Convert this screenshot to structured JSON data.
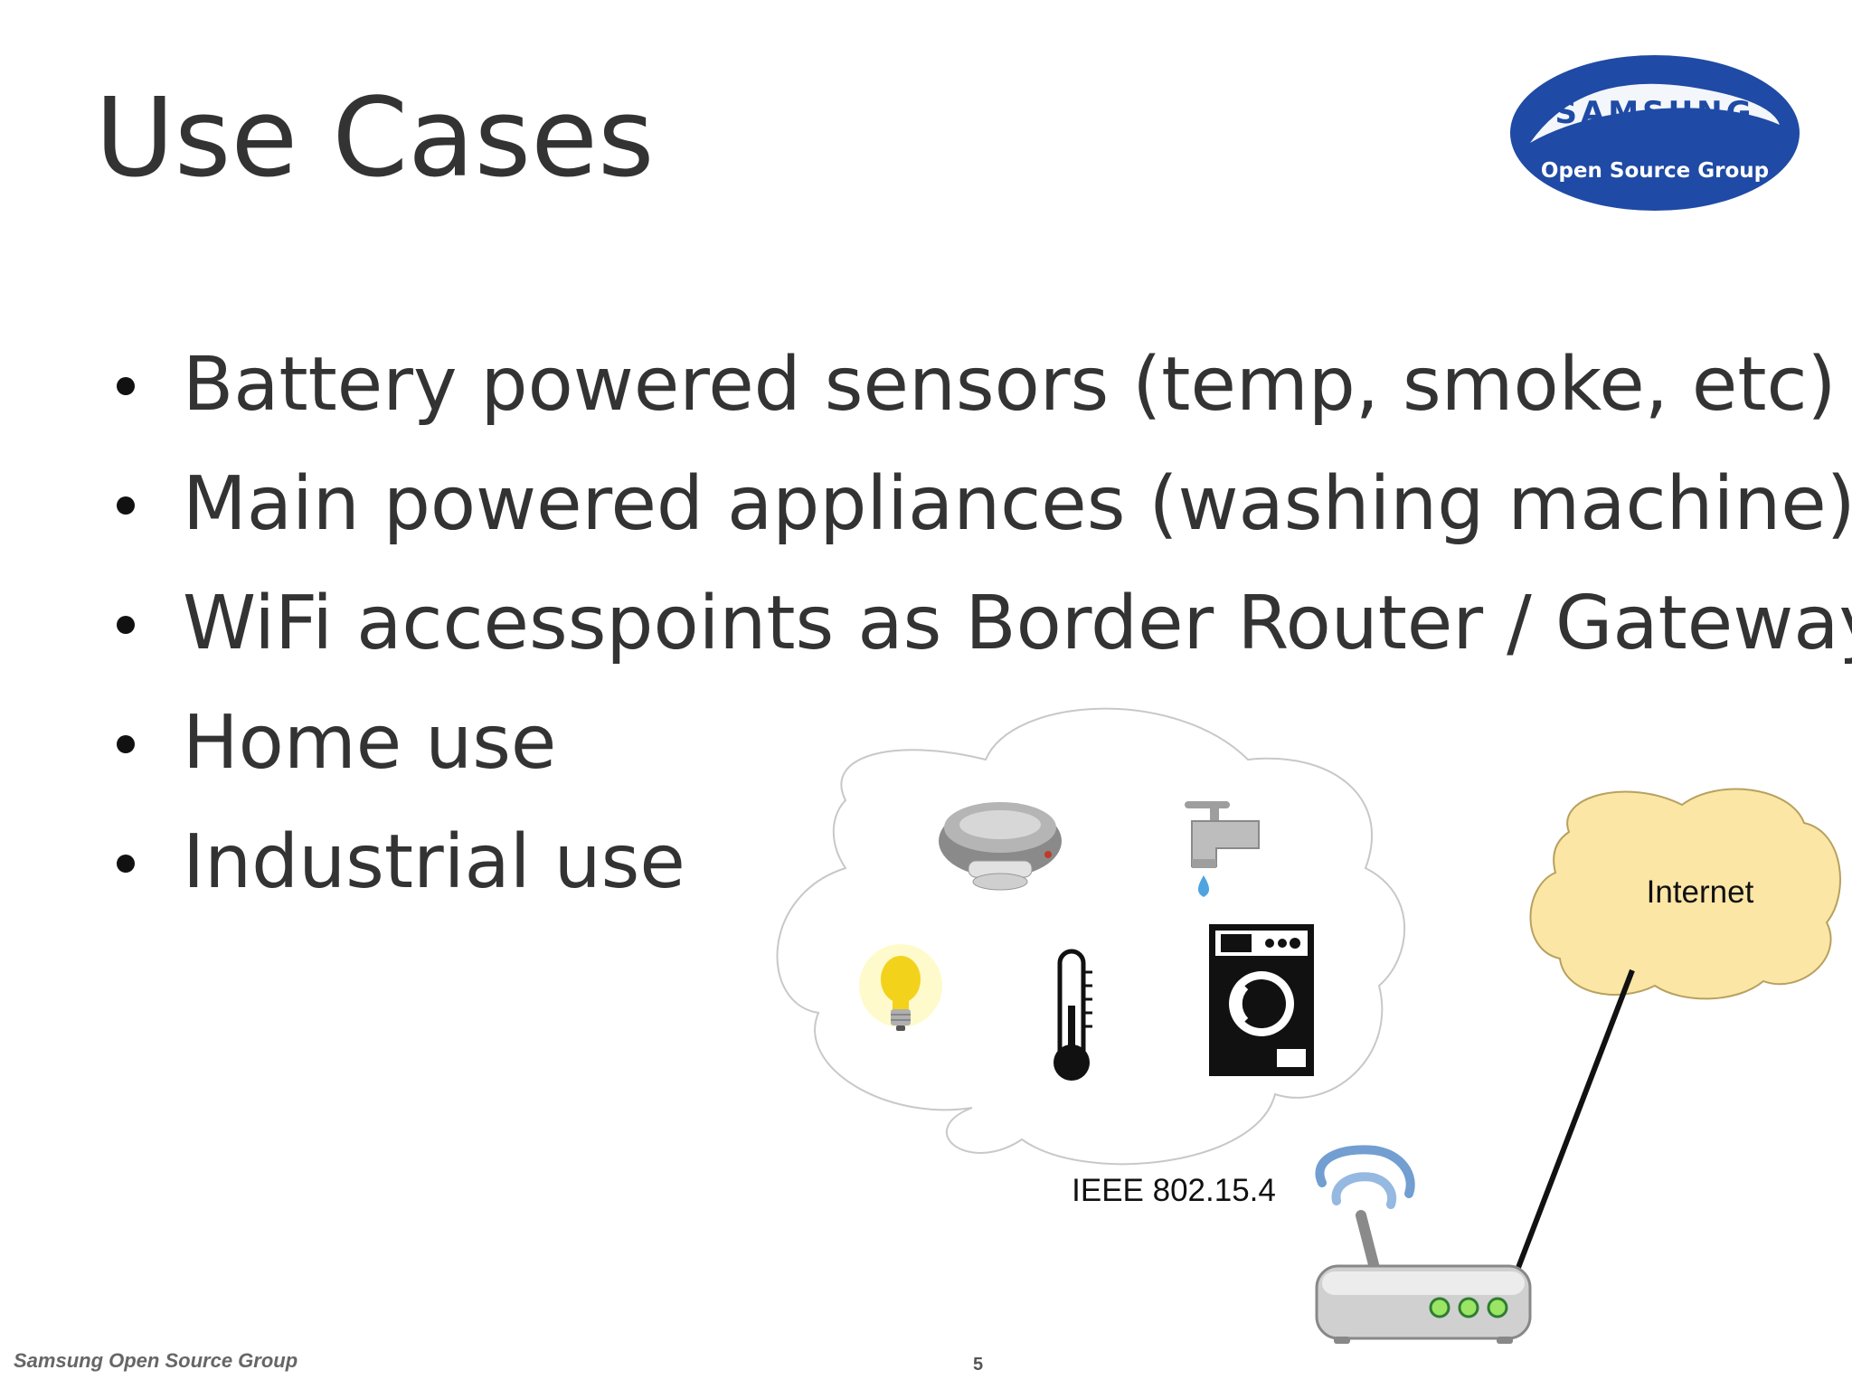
{
  "slide": {
    "title": "Use Cases",
    "bullets": [
      "Battery powered sensors (temp, smoke, etc)",
      "Main powered appliances (washing machine)",
      "WiFi accesspoints as Border Router / Gateways",
      "Home use",
      "Industrial use"
    ]
  },
  "logo": {
    "brand": "SAMSUNG",
    "subtitle": "Open Source Group",
    "color": "#1f4aa5"
  },
  "diagram": {
    "internet_label": "Internet",
    "network_label": "IEEE 802.15.4",
    "device_icons": [
      "smoke-detector-icon",
      "water-tap-icon",
      "light-bulb-icon",
      "thermometer-icon",
      "washing-machine-icon",
      "wifi-router-icon"
    ],
    "internet_cloud_color": "#fbe6a6"
  },
  "footer": {
    "org": "Samsung Open Source Group",
    "page": "5"
  }
}
